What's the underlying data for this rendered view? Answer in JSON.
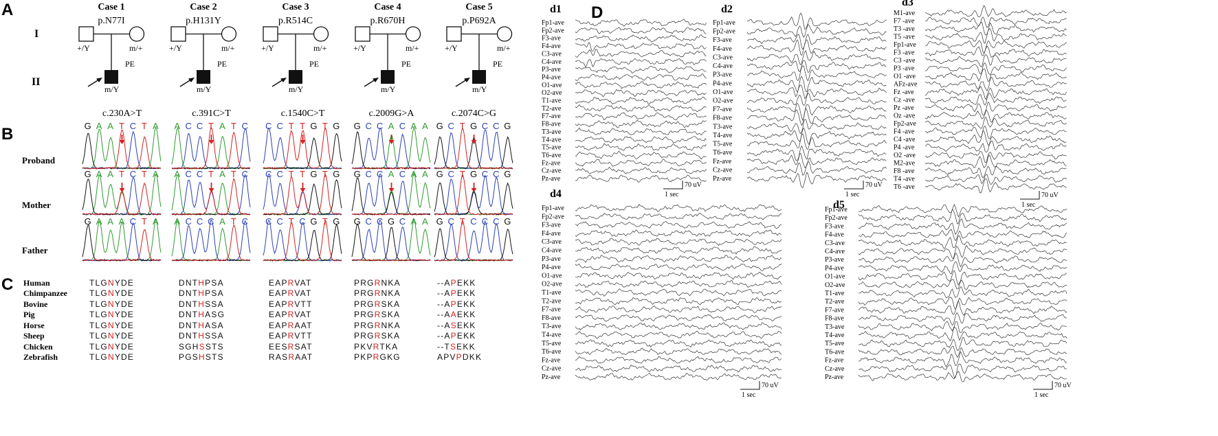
{
  "panels": {
    "A": "A",
    "B": "B",
    "C": "C",
    "D": "D"
  },
  "pedigree": {
    "generations": [
      "I",
      "II"
    ],
    "cases": [
      {
        "title": "Case 1",
        "variant": "p.N77I",
        "father": "+/Y",
        "mother": "m/+",
        "proband": "m/Y",
        "pheno": "PE"
      },
      {
        "title": "Case 2",
        "variant": "p.H131Y",
        "father": "+/Y",
        "mother": "m/+",
        "proband": "m/Y",
        "pheno": "PE"
      },
      {
        "title": "Case 3",
        "variant": "p.R514C",
        "father": "+/Y",
        "mother": "m/+",
        "proband": "m/Y",
        "pheno": "PE"
      },
      {
        "title": "Case 4",
        "variant": "p.R670H",
        "father": "+/Y",
        "mother": "m/+",
        "proband": "m/Y",
        "pheno": "PE"
      },
      {
        "title": "Case 5",
        "variant": "p.P692A",
        "father": "+/Y",
        "mother": "m/+",
        "proband": "m/Y",
        "pheno": "PE"
      }
    ]
  },
  "sanger": {
    "row_labels": [
      "Proband",
      "Mother",
      "Father"
    ],
    "cases": [
      {
        "cdna": "c.230A>T",
        "proband_seq": [
          "G",
          "A",
          "A",
          "T",
          "C",
          "T",
          "A"
        ],
        "mother_seq": [
          "G",
          "A",
          "A",
          "A",
          "C",
          "T",
          "A"
        ]
      },
      {
        "cdna": "c.391C>T",
        "proband_seq": [
          "A",
          "C",
          "C",
          "T",
          "A",
          "T",
          "C"
        ],
        "mother_seq": [
          "A",
          "C",
          "C",
          "C",
          "A",
          "T",
          "C"
        ]
      },
      {
        "cdna": "c.1540C>T",
        "proband_seq": [
          "C",
          "C",
          "T",
          "T",
          "G",
          "T",
          "G"
        ],
        "mother_seq": [
          "C",
          "C",
          "T",
          "C",
          "G",
          "T",
          "G"
        ]
      },
      {
        "cdna": "c.2009G>A",
        "proband_seq": [
          "G",
          "C",
          "C",
          "A",
          "C",
          "A",
          "A"
        ],
        "mother_seq": [
          "G",
          "C",
          "C",
          "G",
          "C",
          "A",
          "A"
        ]
      },
      {
        "cdna": "c.2074C>G",
        "proband_seq": [
          "G",
          "C",
          "T",
          "G",
          "C",
          "C",
          "G"
        ],
        "mother_seq": [
          "G",
          "C",
          "T",
          "C",
          "C",
          "C",
          "G"
        ]
      }
    ],
    "base_colors": {
      "A": "#2e9a2e",
      "C": "#2b3fb5",
      "G": "#111111",
      "T": "#d42020"
    }
  },
  "conservation": {
    "species": [
      "Human",
      "Chimpanzee",
      "Bovine",
      "Pig",
      "Horse",
      "Sheep",
      "Chicken",
      "Zebrafish"
    ],
    "alignments": [
      [
        "TLGNYDE",
        "TLGNYDE",
        "TLGNYDE",
        "TLGNYDE",
        "TLGNYDE",
        "TLGNYDE",
        "TLGNYDE",
        "TLGNYDE"
      ],
      [
        "DNTHPSA",
        "DNTHPSA",
        "DNTHSSA",
        "DNTHASG",
        "DNTHASA",
        "DNTHSSA",
        "SGHSSTS",
        "PGSHSTS"
      ],
      [
        "EAPRVAT",
        "EAPRVAT",
        "EAPRVTT",
        "EAPRVAT",
        "EAPRAAT",
        "EAPRVTT",
        "EESRSAT",
        "RASRAAT"
      ],
      [
        "PRGRNKA",
        "PRGRNKA",
        "PRGRSKA",
        "PRGRSKA",
        "PRGRNKA",
        "PRGRSKA",
        "PKVRTKA",
        "PKPRGKG"
      ],
      [
        "--APEKK",
        "--APEKK",
        "--APEKK",
        "--AAEKK",
        "--ASEKK",
        "--APEKK",
        "--TSEKK",
        "APVPDKK"
      ]
    ],
    "highlight_index": [
      3,
      3,
      3,
      3,
      3
    ],
    "highlight_color": "#d42020"
  },
  "eeg": {
    "panels": [
      {
        "title": "d1",
        "channels": [
          "Fp1-ave",
          "Fp2-ave",
          "F3-ave",
          "F4-ave",
          "C3-ave",
          "C4-ave",
          "P3-ave",
          "P4-ave",
          "O1-ave",
          "O2-ave",
          "T1-ave",
          "T2-ave",
          "F7-ave",
          "F8-ave",
          "T3-ave",
          "T4-ave",
          "T5-ave",
          "T6-ave",
          "Fz-ave",
          "Cz-ave",
          "Pz-ave"
        ],
        "scale_time": "1 sec",
        "scale_amp": "70 uV"
      },
      {
        "title": "d2",
        "channels": [
          "Fp1-ave",
          "Fp2-ave",
          "F3-ave",
          "F4-ave",
          "C3-ave",
          "C4-ave",
          "P3-ave",
          "P4-ave",
          "O1-ave",
          "O2-ave",
          "F7-ave",
          "F8-ave",
          "T3-ave",
          "T4-ave",
          "T5-ave",
          "T6-ave",
          "Fz-ave",
          "Cz-ave",
          "Pz-ave"
        ],
        "scale_time": "1 sec",
        "scale_amp": "70 uV"
      },
      {
        "title": "d3",
        "channels": [
          "M1-ave",
          "F7 -ave",
          "T3 -ave",
          "T5 -ave",
          "Fp1-ave",
          "F3 -ave",
          "C3 -ave",
          "P3 -ave",
          "O1 -ave",
          "AFz-ave",
          "Fz -ave",
          "Cz -ave",
          "Pz -ave",
          "Oz -ave",
          "Fp2-ave",
          "F4 -ave",
          "C4 -ave",
          "P4 -ave",
          "O2 -ave",
          "M2-ave",
          "F8 -ave",
          "T4 -ave",
          "T6 -ave"
        ],
        "scale_time": "1 sec",
        "scale_amp": "70 uV"
      },
      {
        "title": "d4",
        "channels": [
          "Fp1-ave",
          "Fp2-ave",
          "F3-ave",
          "F4-ave",
          "C3-ave",
          "C4-ave",
          "P3-ave",
          "P4-ave",
          "O1-ave",
          "O2-ave",
          "T1-ave",
          "T2-ave",
          "F7-ave",
          "F8-ave",
          "T3-ave",
          "T4-ave",
          "T5-ave",
          "T6-ave",
          "Fz-ave",
          "Cz-ave",
          "Pz-ave"
        ],
        "scale_time": "1 sec",
        "scale_amp": "70 uV"
      },
      {
        "title": "d5",
        "channels": [
          "Fp1-ave",
          "Fp2-ave",
          "F3-ave",
          "F4-ave",
          "C3-ave",
          "C4-ave",
          "P3-ave",
          "P4-ave",
          "O1-ave",
          "O2-ave",
          "T1-ave",
          "T2-ave",
          "F7-ave",
          "F8-ave",
          "T3-ave",
          "T4-ave",
          "T5-ave",
          "T6-ave",
          "Fz-ave",
          "Cz-ave",
          "Pz-ave"
        ],
        "scale_time": "1 sec",
        "scale_amp": "70 uV"
      }
    ]
  }
}
